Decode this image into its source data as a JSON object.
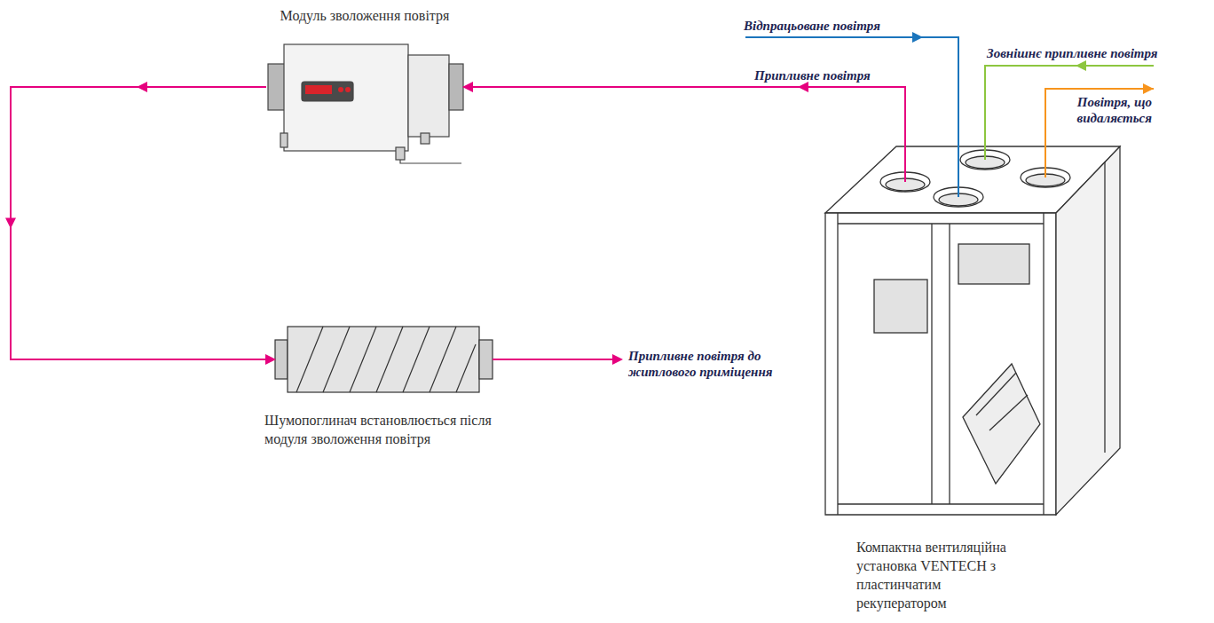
{
  "diagram": {
    "nodes": [
      {
        "text": [
          "Модуль зволоження повітря"
        ]
      },
      {
        "text": [
          "Шумопоглинач встановлюється після модуля зволоження повітря"
        ]
      },
      {
        "text": [
          "Компактна вентиляційна установка VENTECH з пластинчатим рекуператором"
        ]
      }
    ],
    "edges": [
      {
        "from": 2,
        "to": 0,
        "label": "Припливне повітря",
        "arrow": "to"
      },
      {
        "from": 0,
        "to": 1,
        "arrow": "to"
      }
    ],
    "labels": [
      "Відпрацьоване повітря",
      "Зовнішнє припливне повітря",
      "Повітря, що видаляється",
      "Припливне повітря до житлового приміщення"
    ]
  }
}
